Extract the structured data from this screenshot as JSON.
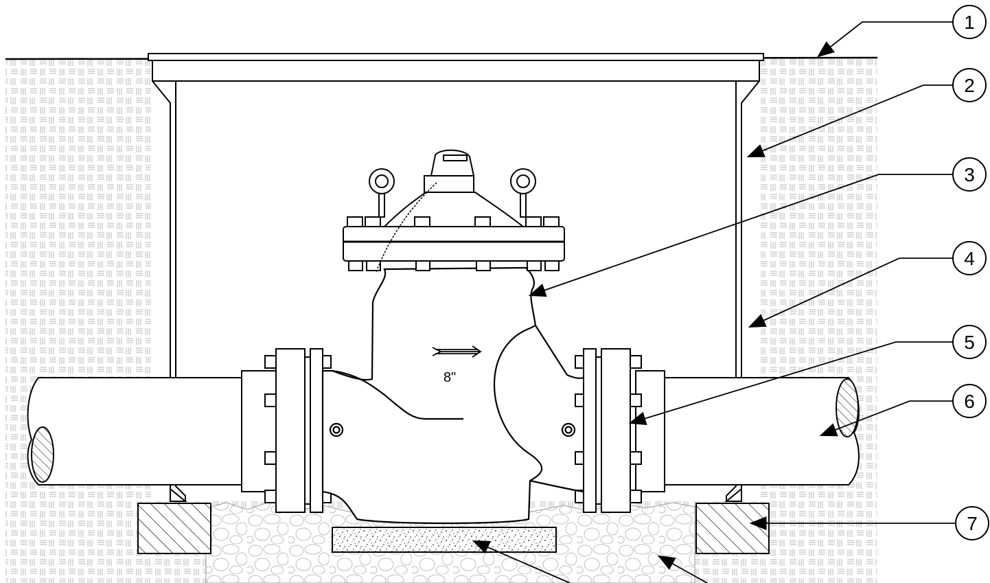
{
  "diagram": {
    "valve_size_label": "8\"",
    "callouts": [
      {
        "number": "1",
        "target": "ground-surface"
      },
      {
        "number": "2",
        "target": "valve-box-wall"
      },
      {
        "number": "3",
        "target": "valve-body"
      },
      {
        "number": "4",
        "target": "valve-box-wall"
      },
      {
        "number": "5",
        "target": "flange-adapter"
      },
      {
        "number": "6",
        "target": "pipe"
      },
      {
        "number": "7",
        "target": "concrete-support-block"
      }
    ]
  },
  "colors": {
    "line": "#000000",
    "soil_pattern": "#b5b5b5",
    "gravel_pattern": "#bdbdbd",
    "valve_fill": "#ffffff"
  }
}
